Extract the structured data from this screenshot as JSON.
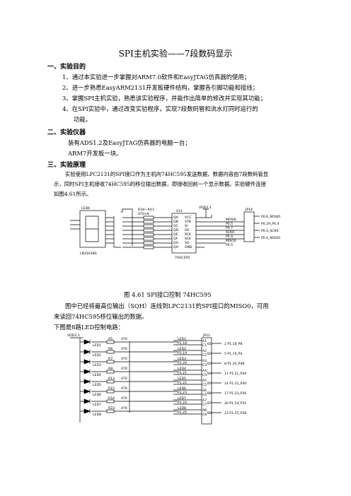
{
  "title": "SPI主机实验——7段数码显示",
  "sections": [
    {
      "heading": "一、实验目的",
      "items": [
        "1、通过本实验进一步掌握对ARM7.0软件和EasyJTAG仿真器的使用；",
        "2、进一步熟悉EasyARM2131开发板硬件结构，掌握各引脚功能和接线；",
        "3、掌握SPI主机实验，熟悉该实验程序，并能作出简单的修改并实现其功能；",
        "4、在SPI实验中，通过改变实验程序，实现7段数码管和流水灯同时运行的",
        "功能。"
      ]
    },
    {
      "heading": "二、实验仪器",
      "items": [
        "装有ADS1.2及EasyJTAG仿真器的电脑一台；",
        "ARM7开发板一块。"
      ]
    },
    {
      "heading": "三、实验原理",
      "items": [
        "实验使用LPC2131的SPI接口作为主机向74HC595发送数据，数据内容由7段数码管显",
        "示，同时SPI主机接收74HC595的移位输出数据，即接收回前一个显示数据。实验硬件连接",
        "如图4.61所示。"
      ]
    }
  ],
  "figure1": {
    "caption": "图 4.61    SPI接口控制 74HC595",
    "seg_label": "LED6",
    "seg_part": "LN3161BS",
    "res_label": "R34～R41",
    "res_value": "470×8",
    "ic_label": "U11",
    "ic_part": "74HC595",
    "vdd": "VDD3.3",
    "jumper": "JP14",
    "pins_left": [
      "QA",
      "QB",
      "QC",
      "QD",
      "QE",
      "QF",
      "QG",
      "QH"
    ],
    "pins_right": [
      "VCC",
      "STB",
      "SI",
      "OE",
      "RCK",
      "SCK",
      "SO",
      "GND"
    ],
    "signals": [
      "MOSI0",
      "P0.5",
      "P0.7",
      "SCK0",
      "P0.4",
      "MISO0",
      "P0.5"
    ],
    "outputs": [
      "P0.6_MOSI0",
      "P0.29_P0.4",
      "P0.4_SCK0",
      "P0.5_MISO0"
    ]
  },
  "after_fig1": [
    "图中已经将最高位输出（SQH）连线到LPC2131的SPI接口的MISO0，可用",
    "来读回74HC595移位输出的数据。",
    "下图是8路LED控制电路："
  ],
  "figure2": {
    "vdd": "VDD3.3",
    "jumper": "JP12",
    "leds": [
      "LED1",
      "LED2",
      "LED3",
      "LED4",
      "LED5",
      "LED6",
      "LED7",
      "LED8"
    ],
    "resistors": [
      "R5",
      "R6",
      "R7",
      "R8",
      "R13",
      "R15",
      "R16",
      "R23"
    ],
    "res_value": "470",
    "nets": [
      "LED1",
      "P1.18",
      "LED2",
      "P1.19",
      "LED3",
      "P1.20",
      "LED4",
      "P1.21",
      "LED5",
      "P1.22",
      "LED6",
      "P1.23",
      "LED7",
      "P1.24",
      "LED8",
      "P1.25"
    ],
    "pins_a": [
      "A1",
      "C1",
      "A2",
      "C2",
      "A3",
      "C3",
      "A4",
      "C4",
      "A5",
      "C5",
      "A6",
      "C6",
      "A7",
      "C7",
      "A8",
      "C8"
    ],
    "pins_b": [
      "B1",
      "B2",
      "B3",
      "B4",
      "B5",
      "B6",
      "B7",
      "B8"
    ],
    "outputs": [
      "2  P1.18_P8",
      "5  P1.19_P4",
      "8  P1.20_P48",
      "11  P1.21_P44",
      "14  P1.22_P40",
      "17  P1.23_P36",
      "20  P1.24_P32",
      "23  P1.25_P28"
    ]
  }
}
